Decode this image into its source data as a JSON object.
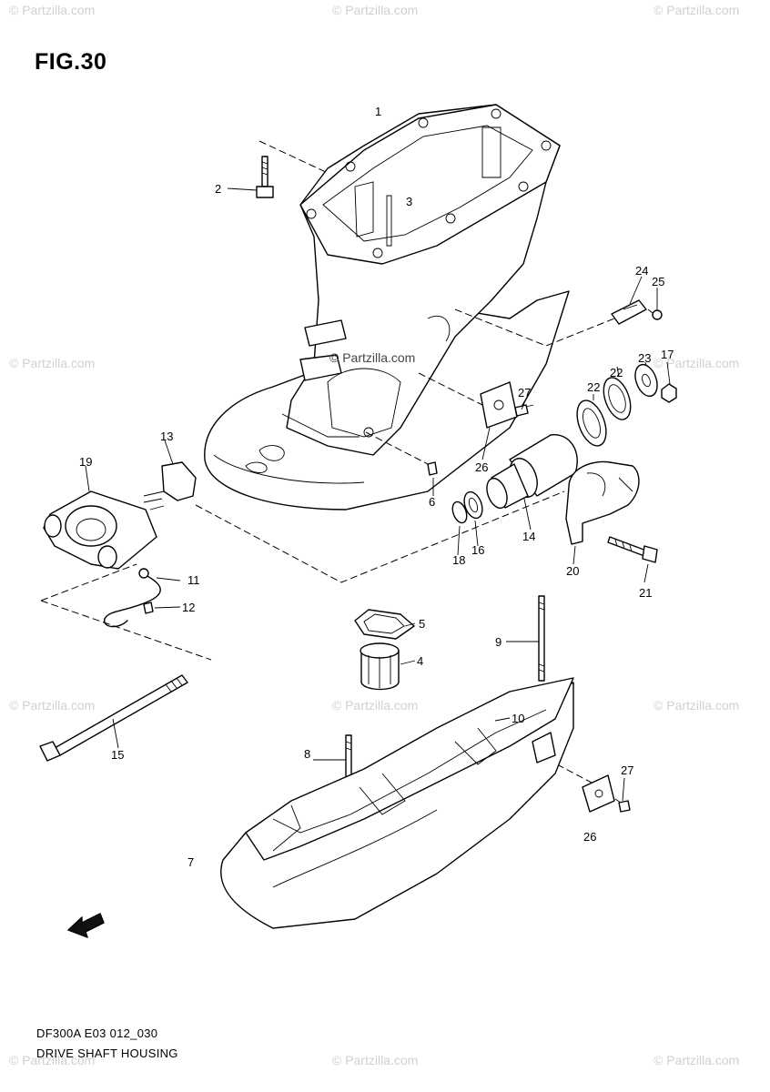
{
  "figure": {
    "title": "FIG.30",
    "code": "DF300A E03 012_030",
    "name": "DRIVE SHAFT HOUSING",
    "watermark_text": "© Partzilla.com",
    "center_watermark": "© Partzilla.com"
  },
  "callouts": {
    "p1": "1",
    "p2": "2",
    "p3": "3",
    "p4": "4",
    "p5": "5",
    "p6": "6",
    "p7": "7",
    "p8": "8",
    "p9": "9",
    "p10": "10",
    "p11": "11",
    "p12": "12",
    "p13": "13",
    "p14": "14",
    "p15": "15",
    "p16": "16",
    "p17": "17",
    "p18": "18",
    "p19": "19",
    "p20": "20",
    "p21": "21",
    "p22a": "22",
    "p22b": "22",
    "p23": "23",
    "p24": "24",
    "p25": "25",
    "p26a": "26",
    "p26b": "26",
    "p27a": "27",
    "p27b": "27"
  },
  "colors": {
    "line": "#000000",
    "watermark": "#d0d0d0",
    "background": "#ffffff"
  },
  "icons": {
    "direction_arrow": "forward-arrow-icon"
  }
}
